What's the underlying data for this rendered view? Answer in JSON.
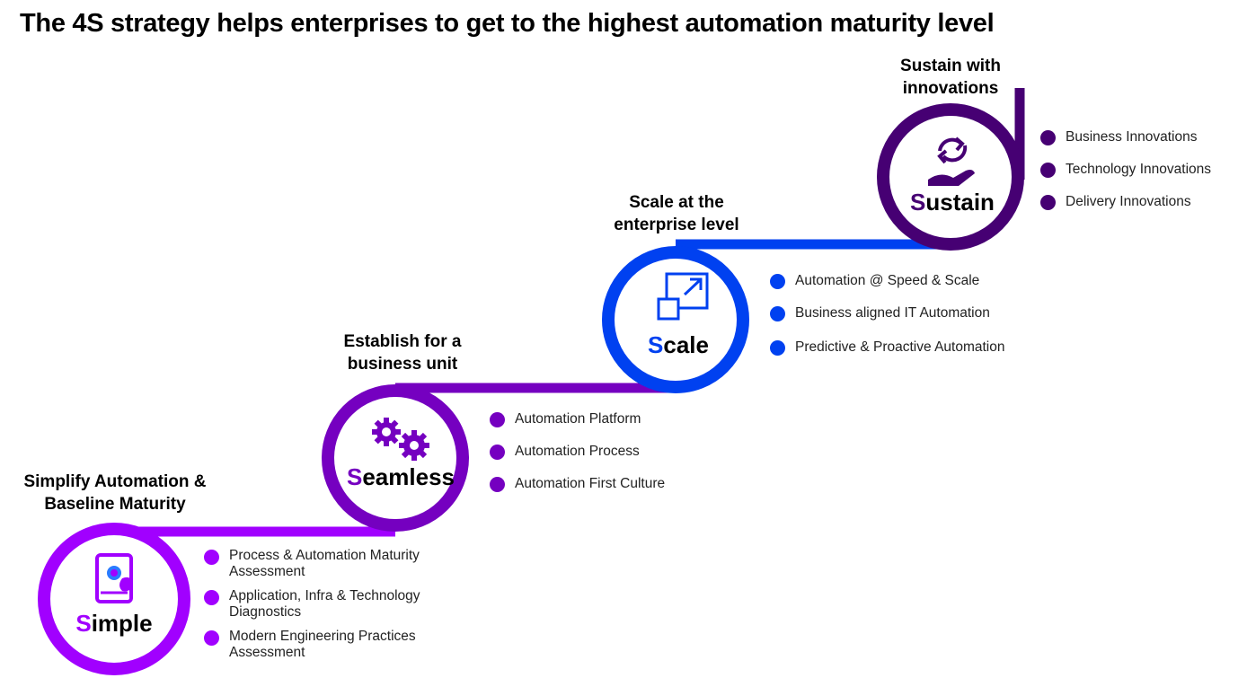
{
  "title": "The 4S strategy helps enterprises to get to the highest automation maturity level",
  "colors": {
    "simple": "#a100ff",
    "seamless": "#7500c0",
    "scale": "#0041f0",
    "sustain": "#460073"
  },
  "stages": [
    {
      "id": "simple",
      "heading": "Simplify Automation & Baseline Maturity",
      "label_first": "S",
      "label_rest": "imple",
      "icon": "tablet-icon",
      "bullets": [
        "Process & Automation Maturity Assessment",
        "Application, Infra & Technology Diagnostics",
        "Modern Engineering Practices Assessment"
      ]
    },
    {
      "id": "seamless",
      "heading": "Establish for a business unit",
      "label_first": "S",
      "label_rest": "eamless",
      "icon": "gears-icon",
      "bullets": [
        "Automation Platform",
        "Automation Process",
        "Automation First Culture"
      ]
    },
    {
      "id": "scale",
      "heading": "Scale at the enterprise level",
      "label_first": "S",
      "label_rest": "cale",
      "icon": "scale-expand-icon",
      "bullets": [
        "Automation @ Speed & Scale",
        "Business aligned IT Automation",
        "Predictive & Proactive Automation"
      ]
    },
    {
      "id": "sustain",
      "heading": "Sustain with innovations",
      "label_first": "S",
      "label_rest": "ustain",
      "icon": "refresh-hand-icon",
      "bullets": [
        "Business Innovations",
        "Technology Innovations",
        "Delivery Innovations"
      ]
    }
  ]
}
